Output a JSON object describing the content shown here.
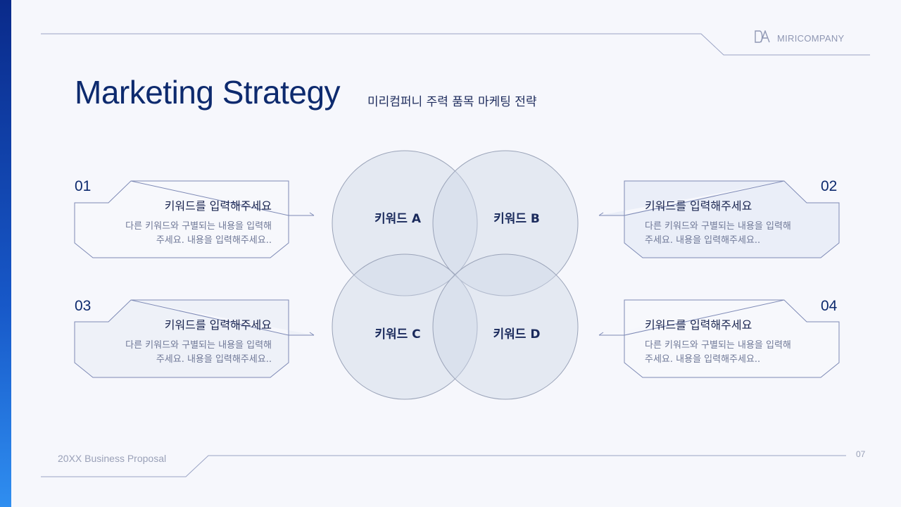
{
  "brand": {
    "name": "MIRICOMPANY",
    "logo_icon": "da-monogram-icon"
  },
  "title": "Marketing Strategy",
  "subtitle": "미리컴퍼니 주력 품목 마케팅 전략",
  "venn": {
    "circles": [
      {
        "label": "키워드 A"
      },
      {
        "label": "키워드 B"
      },
      {
        "label": "키워드 C"
      },
      {
        "label": "키워드 D"
      }
    ]
  },
  "cards": [
    {
      "number": "01",
      "heading": "키워드를 입력해주세요",
      "desc_line1": "다른 키워드와 구별되는 내용을 입력해",
      "desc_line2": "주세요. 내용을 입력해주세요.."
    },
    {
      "number": "02",
      "heading": "키워드를 입력해주세요",
      "desc_line1": "다른 키워드와 구별되는 내용을 입력해",
      "desc_line2": "주세요. 내용을 입력해주세요.."
    },
    {
      "number": "03",
      "heading": "키워드를 입력해주세요",
      "desc_line1": "다른 키워드와 구별되는 내용을 입력해",
      "desc_line2": "주세요. 내용을 입력해주세요.."
    },
    {
      "number": "04",
      "heading": "키워드를 입력해주세요",
      "desc_line1": "다른 키워드와 구별되는 내용을 입력해",
      "desc_line2": "주세요. 내용을 입력해주세요.."
    }
  ],
  "footer": {
    "text": "20XX Business Proposal",
    "page": "07"
  },
  "colors": {
    "accent": "#0d2a6e",
    "line": "#9aa3c4",
    "circle_fill": "#cfd6e6",
    "circle_stroke": "#9aa3b8",
    "side_bar_top": "#0a2a8a",
    "side_bar_bottom": "#2f8ef0"
  }
}
